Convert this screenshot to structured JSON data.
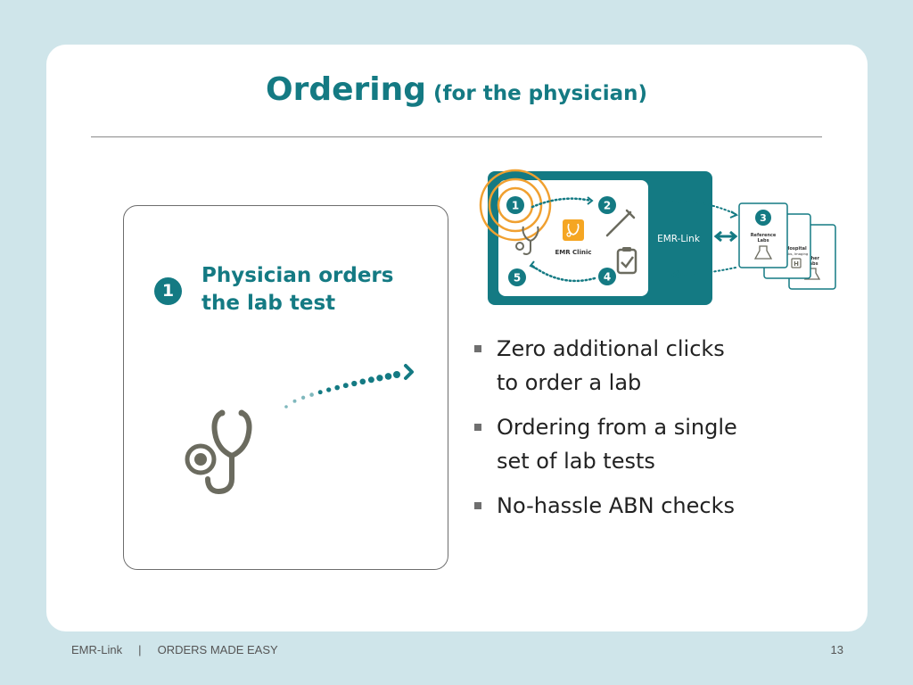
{
  "slide": {
    "title_main": "Ordering",
    "title_sub": "(for the physician)"
  },
  "step": {
    "number": "1",
    "text_line1": "Physician orders",
    "text_line2": "the lab test"
  },
  "diagram": {
    "steps": [
      "1",
      "2",
      "3",
      "4",
      "5"
    ],
    "clinic_label": "EMR Clinic",
    "link_label": "EMR-Link",
    "cards": [
      {
        "title_line1": "Reference",
        "title_line2": "Labs"
      },
      {
        "title_line1": "Hospital",
        "title_line2": "Labs, Imaging"
      },
      {
        "title_line1": "Other",
        "title_line2": "Labs"
      }
    ],
    "hospital_glyph": "H"
  },
  "bullets": [
    {
      "line1": "Zero additional clicks",
      "line2": "to order a lab"
    },
    {
      "line1": "Ordering from a single",
      "line2": "set of lab tests"
    },
    {
      "line1": "No-hassle ABN checks",
      "line2": ""
    }
  ],
  "footer": {
    "brand": "EMR-Link",
    "separator": "|",
    "tagline": "ORDERS MADE EASY",
    "page": "13"
  },
  "colors": {
    "background": "#cfe5ea",
    "teal": "#147a83",
    "orange_ring": "#f0a030",
    "clinic_orange": "#f5a623",
    "icon_gray": "#6b6b5f"
  }
}
